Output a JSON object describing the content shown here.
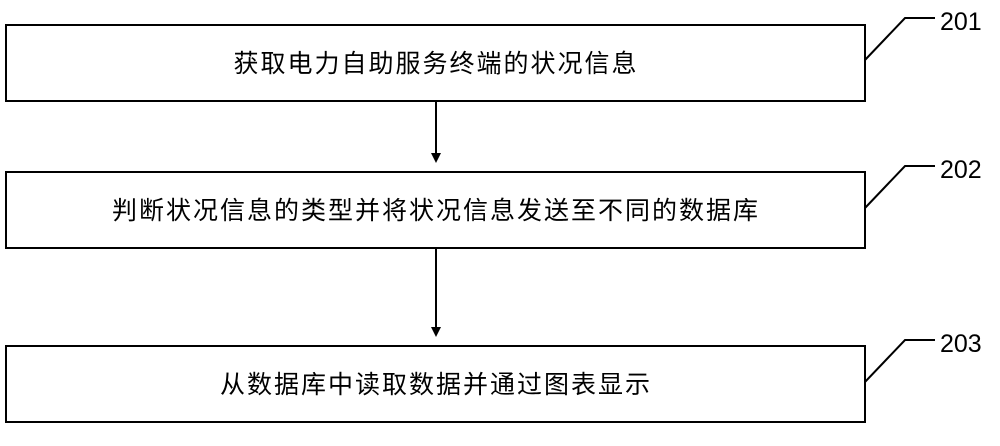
{
  "steps": [
    {
      "id": "201",
      "text": "获取电力自助服务终端的状况信息"
    },
    {
      "id": "202",
      "text": "判断状况信息的类型并将状况信息发送至不同的数据库"
    },
    {
      "id": "203",
      "text": "从数据库中读取数据并通过图表显示"
    }
  ]
}
